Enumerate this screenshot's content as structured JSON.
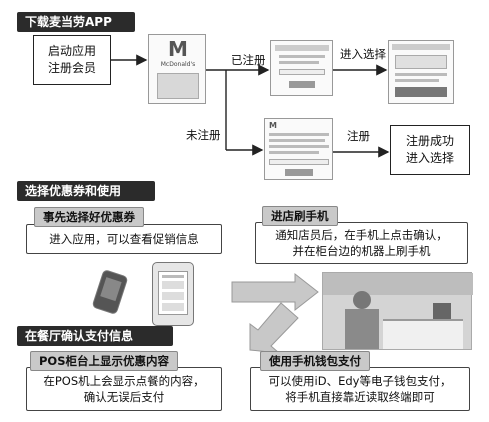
{
  "sections": {
    "download": "下载麦当劳APP",
    "coupon": "选择优惠券和使用",
    "pay": "在餐厅确认支付信息"
  },
  "flow": {
    "start_box": [
      "启动应用",
      "注册会员"
    ],
    "registered": "已注册",
    "unregistered": "未注册",
    "enter_select": "进入选择",
    "register": "注册",
    "register_done": [
      "注册成功",
      "进入选择"
    ],
    "app_logo": "M",
    "app_caption": "McDonald's"
  },
  "steps": {
    "preselect_title": "事先选择好优惠券",
    "preselect_text": "进入应用，可以查看促销信息",
    "instore_title": "进店刷手机",
    "instore_text": [
      "通知店员后，在手机上点击确认，",
      "并在柜台边的机器上刷手机"
    ],
    "pos_title": "POS柜台上显示优惠内容",
    "pos_text": [
      "在POS机上会显示点餐的内容，",
      "确认无误后支付"
    ],
    "wallet_title": "使用手机钱包支付",
    "wallet_text": [
      "可以使用iD、Edy等电子钱包支付，",
      "将手机直接靠近读取终端即可"
    ]
  }
}
